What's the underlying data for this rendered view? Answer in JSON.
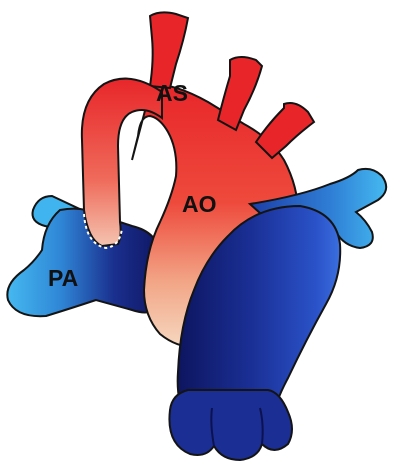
{
  "labels": {
    "as": "AS",
    "ao": "AO",
    "pa": "PA"
  },
  "colors": {
    "arterial_red": "#e8262a",
    "arterial_light": "#f3c6a8",
    "venous_dark": "#12196b",
    "venous_mid": "#1f3fb0",
    "pulmonary_light": "#3fb4ee",
    "outline": "#141414",
    "suture": "#ffffff"
  }
}
